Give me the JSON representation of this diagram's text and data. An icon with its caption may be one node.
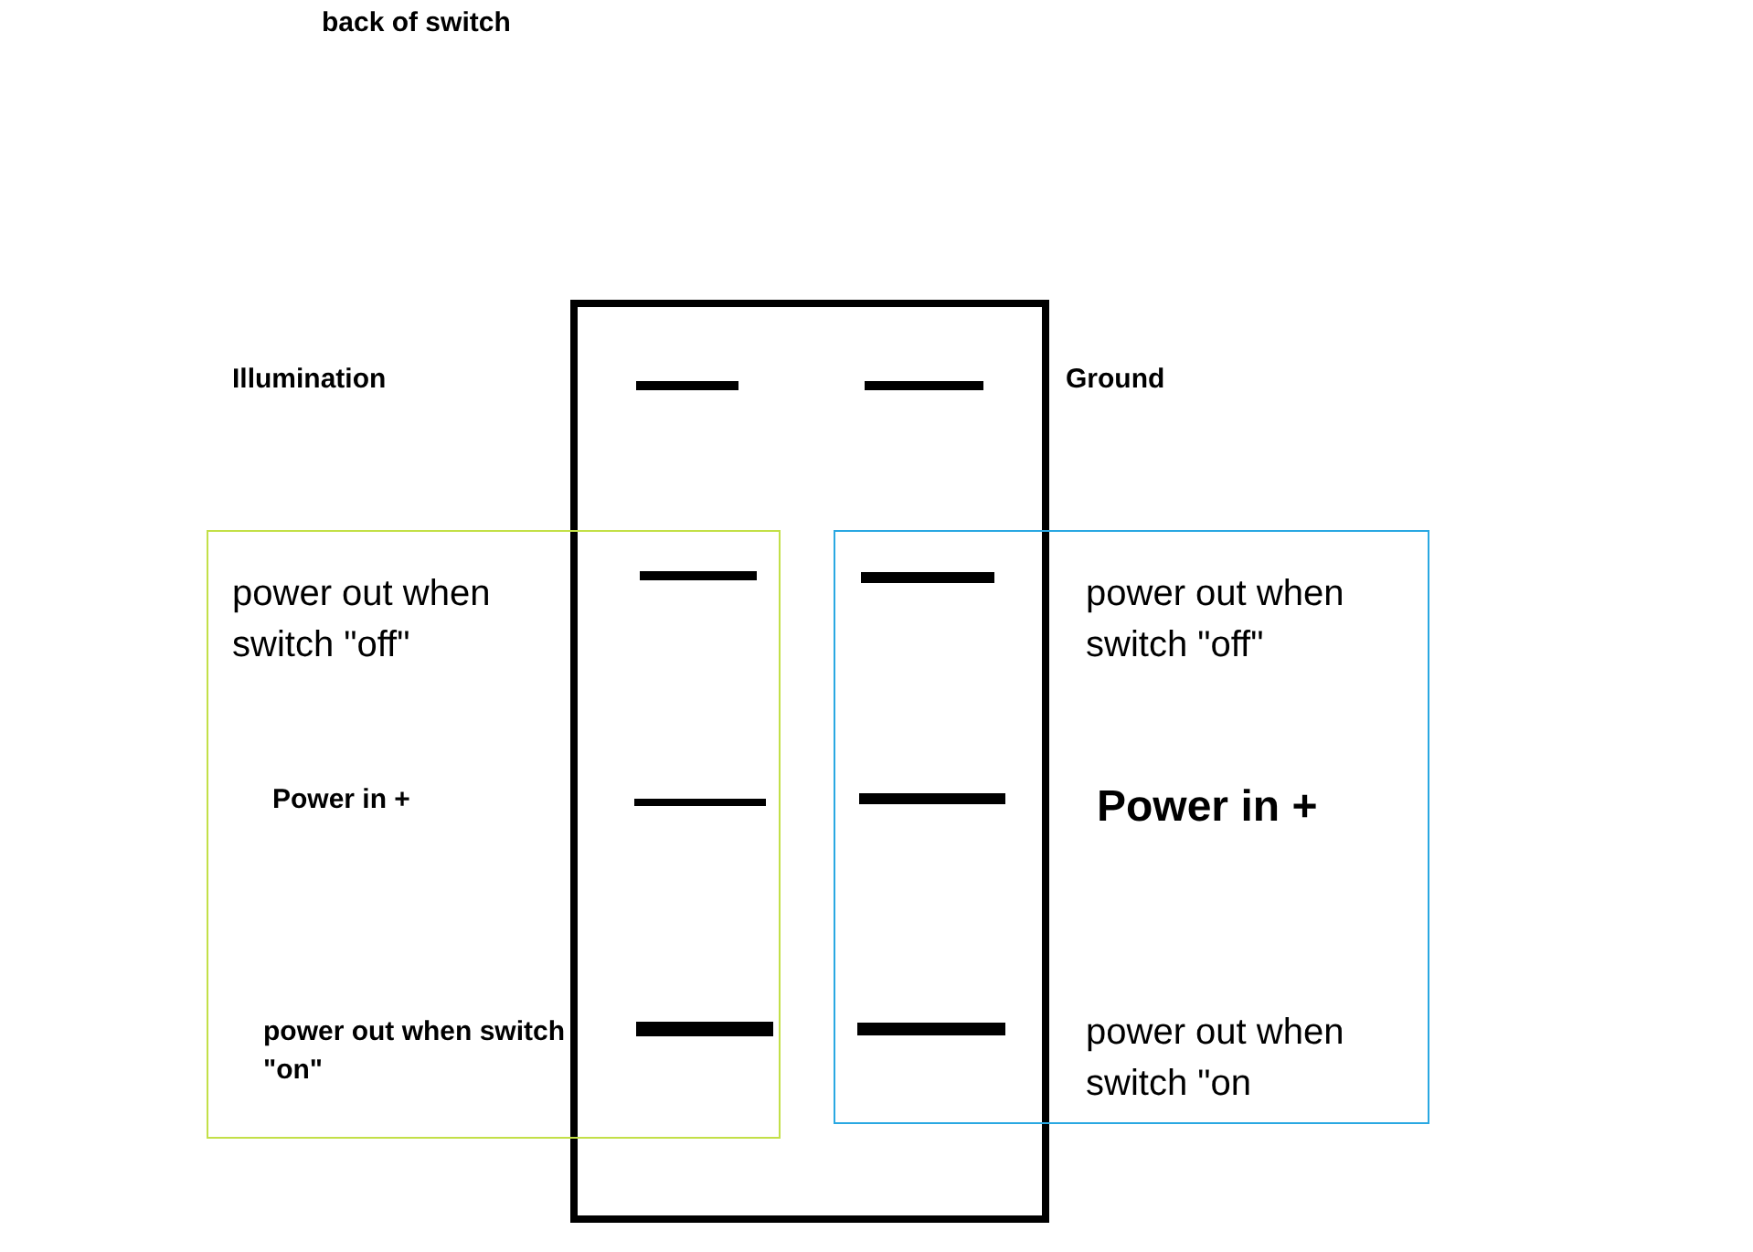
{
  "diagram": {
    "nodes": [
      {
        "text": [
          "power out when switch \"off\"",
          "Power in +",
          "power out when switch \"on\""
        ]
      },
      {
        "text": [
          "power out when switch \"off\"",
          "Power in +",
          "power out when switch \"on"
        ]
      }
    ],
    "labels": [
      "back of switch",
      "Illumination",
      "Ground"
    ]
  }
}
